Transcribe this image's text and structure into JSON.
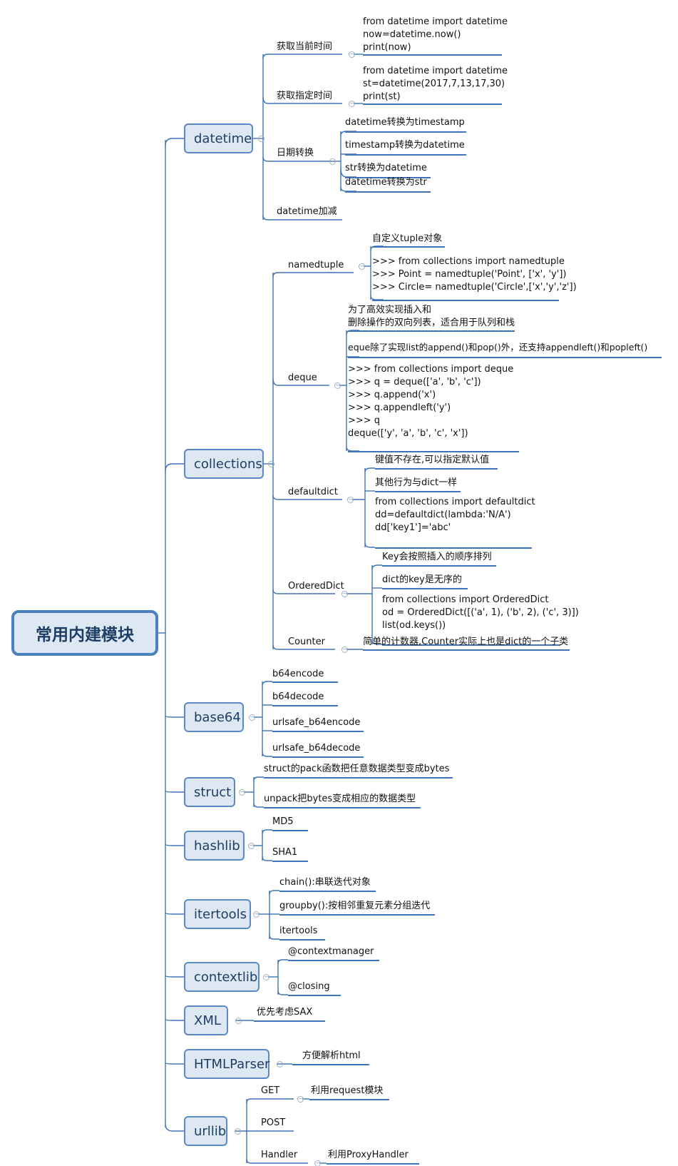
{
  "root": {
    "label": "常用内建模块"
  },
  "fold_glyph": "−",
  "colors": {
    "branch_fill": "#dde8f3",
    "branch_border": "#5b8ac6",
    "line": "#3e74b5",
    "text": "#1f3e66"
  },
  "modules": {
    "datetime": {
      "label": "datetime",
      "now": {
        "label": "获取当前时间",
        "code": "from datetime import datetime\nnow=datetime.now()\nprint(now)"
      },
      "specific": {
        "label": "获取指定时间",
        "code": "from datetime import datetime\nst=datetime(2017,7,13,17,30)\nprint(st)"
      },
      "convert": {
        "label": "日期转换",
        "items": [
          "datetime转换为timestamp",
          "timestamp转换为datetime",
          "str转换为datetime",
          "datetime转换为str"
        ]
      },
      "arith": {
        "label": "datetime加减"
      }
    },
    "collections": {
      "label": "collections",
      "namedtuple": {
        "label": "namedtuple",
        "desc": "自定义tuple对象",
        "code": ">>> from collections import namedtuple\n>>> Point = namedtuple('Point', ['x', 'y'])\n>>> Circle= namedtuple('Circle',['x','y','z'])"
      },
      "deque": {
        "label": "deque",
        "desc": "为了高效实现插入和\n删除操作的双向列表，适合用于队列和栈",
        "note": "eque除了实现list的append()和pop()外，还支持appendleft()和popleft()",
        "code": ">>> from collections import deque\n>>> q = deque(['a', 'b', 'c'])\n>>> q.append('x')\n>>> q.appendleft('y')\n>>> q\ndeque(['y', 'a', 'b', 'c', 'x'])"
      },
      "defaultdict": {
        "label": "defaultdict",
        "item1": "键值不存在,可以指定默认值",
        "item2": "其他行为与dict一样",
        "code": "from collections import defaultdict\ndd=defaultdict(lambda:'N/A')\ndd['key1']='abc'"
      },
      "ordereddict": {
        "label": "OrderedDict",
        "item1": "Key会按照插入的顺序排列",
        "item2": "dict的key是无序的",
        "code": "from collections import OrderedDict\nod = OrderedDict([('a', 1), ('b', 2), ('c', 3)])\nlist(od.keys())"
      },
      "counter": {
        "label": "Counter",
        "desc": "简单的计数器,Counter实际上也是dict的一个子类"
      }
    },
    "base64": {
      "label": "base64",
      "items": [
        "b64encode",
        "b64decode",
        "urlsafe_b64encode",
        "urlsafe_b64decode"
      ]
    },
    "struct": {
      "label": "struct",
      "items": [
        "struct的pack函数把任意数据类型变成bytes",
        "unpack把bytes变成相应的数据类型"
      ]
    },
    "hashlib": {
      "label": "hashlib",
      "items": [
        "MD5",
        "SHA1"
      ]
    },
    "itertools": {
      "label": "itertools",
      "items": [
        "chain():串联迭代对象",
        "groupby():按相邻重复元素分组迭代",
        "itertools"
      ]
    },
    "contextlib": {
      "label": "contextlib",
      "items": [
        "@contextmanager",
        "@closing"
      ]
    },
    "xml": {
      "label": "XML",
      "items": [
        "优先考虑SAX"
      ]
    },
    "htmlparser": {
      "label": "HTMLParser",
      "items": [
        "方便解析html"
      ]
    },
    "urllib": {
      "label": "urllib",
      "get": "GET",
      "get_desc": "利用request模块",
      "post": "POST",
      "handler": "Handler",
      "handler_desc": "利用ProxyHandler"
    }
  }
}
